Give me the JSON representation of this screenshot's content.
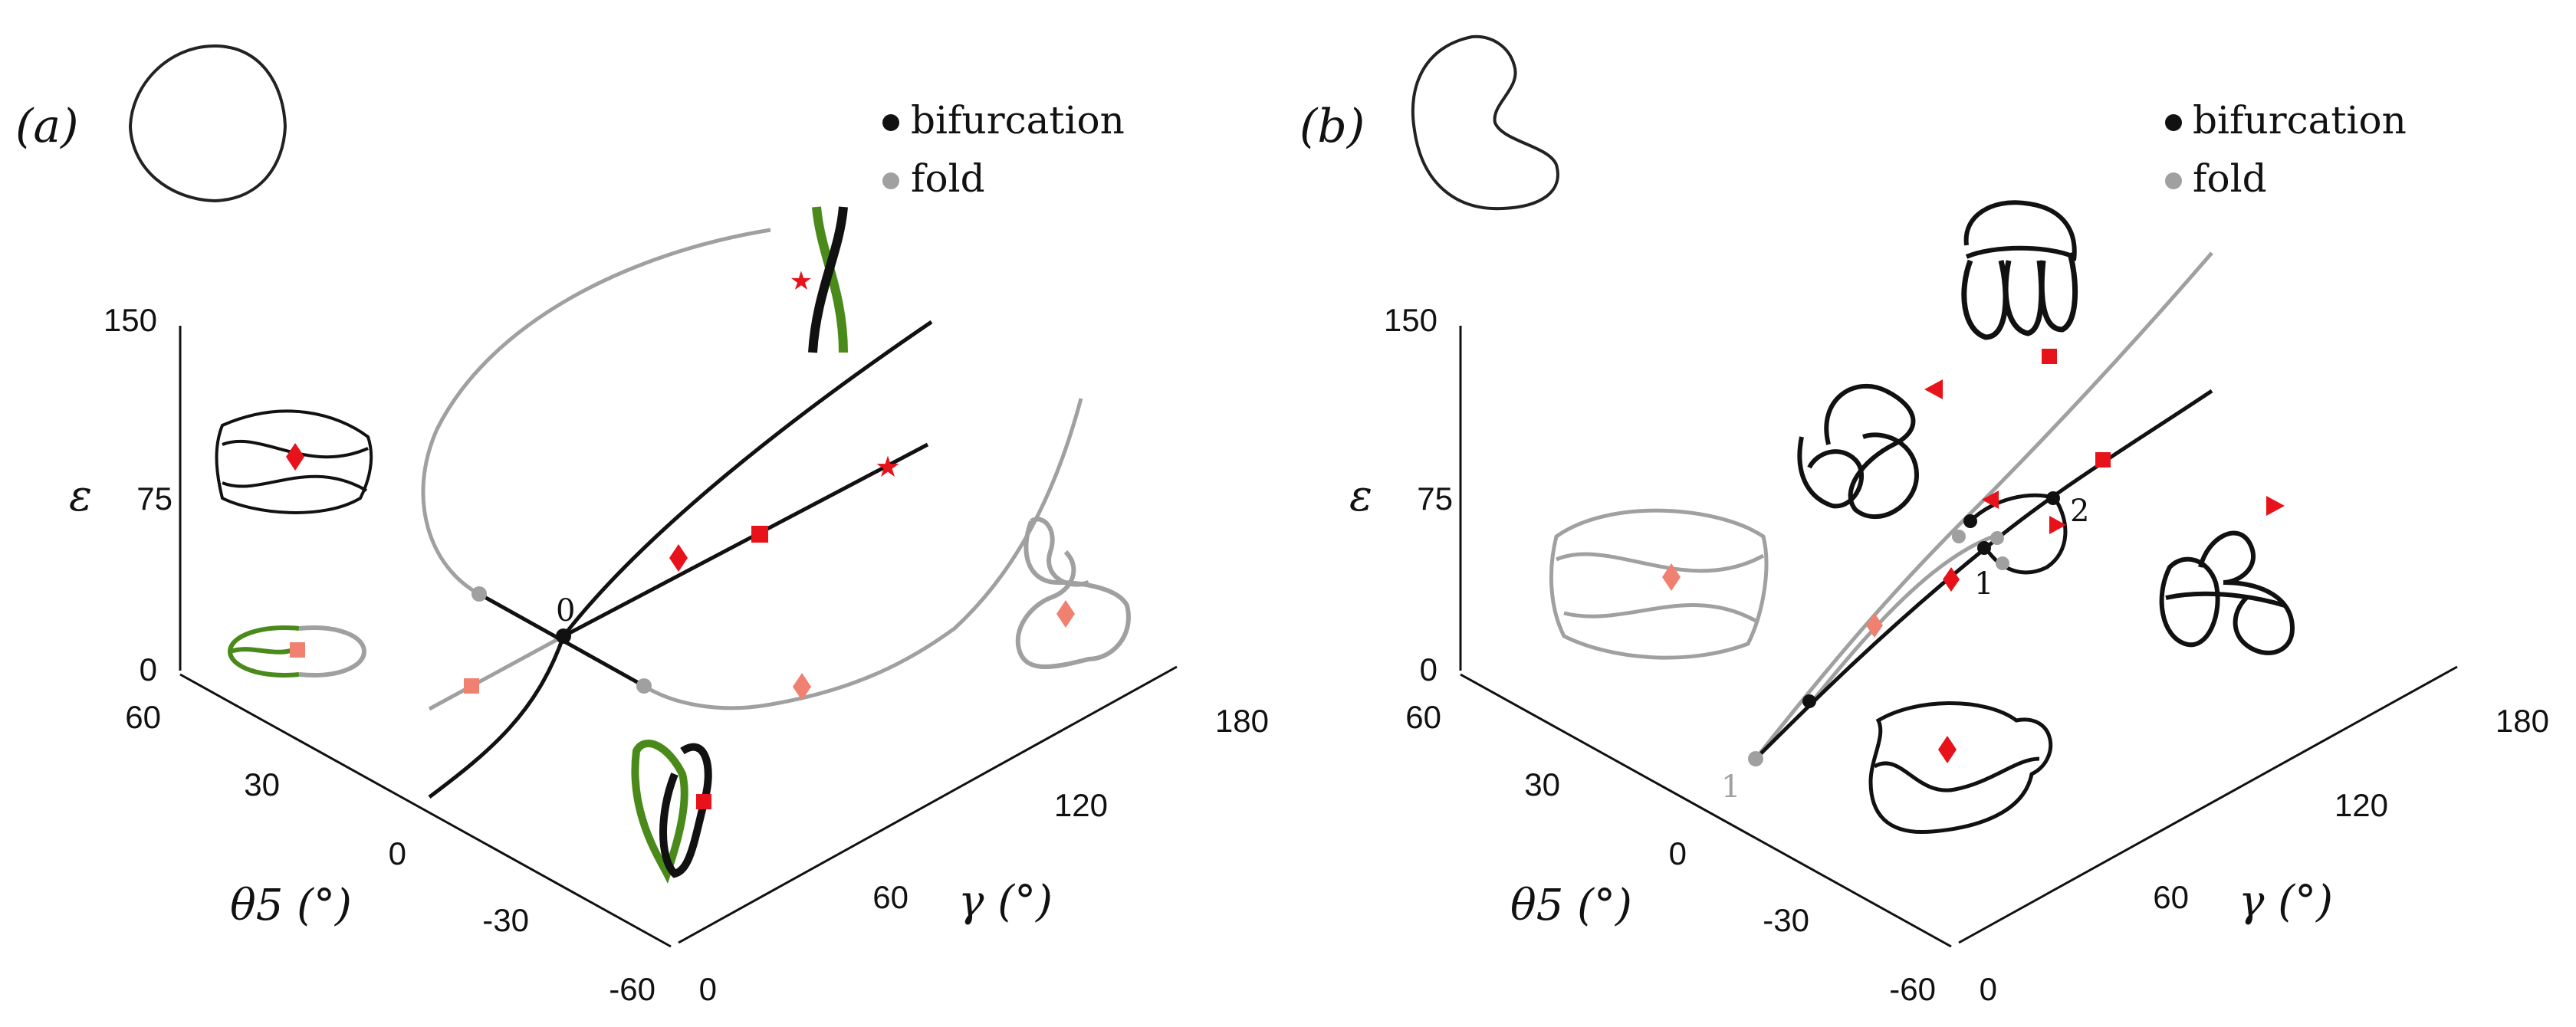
{
  "chart_data": [
    {
      "type": "scatter",
      "panel_label": "(a)",
      "legend": [
        {
          "label": "bifurcation",
          "color": "#111111"
        },
        {
          "label": "fold",
          "color": "#a0a0a0"
        }
      ],
      "legend_position": "top-right",
      "axes": {
        "x": {
          "label": "γ (°)",
          "ticks": [
            "0",
            "60",
            "120",
            "180"
          ],
          "range": [
            0,
            180
          ]
        },
        "y": {
          "label": "θ5 (°)",
          "ticks": [
            "-60",
            "-30",
            "0",
            "30",
            "60"
          ],
          "range": [
            -60,
            60
          ]
        },
        "z": {
          "label": "ε",
          "ticks": [
            "0",
            "75",
            "150"
          ],
          "range": [
            0,
            150
          ]
        }
      },
      "point_labels": [
        "0"
      ],
      "markers": [
        {
          "shape": "diamond",
          "color": "#e8121a"
        },
        {
          "shape": "square",
          "color": "#e8121a"
        },
        {
          "shape": "star",
          "color": "#e8121a"
        },
        {
          "shape": "diamond",
          "color": "#f08070"
        },
        {
          "shape": "square",
          "color": "#f08070"
        }
      ],
      "colors": {
        "bifurcation": "#111111",
        "fold": "#a0a0a0",
        "marker": "#e8121a",
        "marker_light": "#f08070",
        "shape_green": "#4a8a1a"
      }
    },
    {
      "type": "scatter",
      "panel_label": "(b)",
      "legend": [
        {
          "label": "bifurcation",
          "color": "#111111"
        },
        {
          "label": "fold",
          "color": "#a0a0a0"
        }
      ],
      "legend_position": "top-right",
      "axes": {
        "x": {
          "label": "γ (°)",
          "ticks": [
            "0",
            "60",
            "120",
            "180"
          ],
          "range": [
            0,
            180
          ]
        },
        "y": {
          "label": "θ5 (°)",
          "ticks": [
            "-60",
            "-30",
            "0",
            "30",
            "60"
          ],
          "range": [
            -60,
            60
          ]
        },
        "z": {
          "label": "ε",
          "ticks": [
            "0",
            "75",
            "150"
          ],
          "range": [
            0,
            150
          ]
        }
      },
      "point_labels": [
        "1",
        "2",
        "1"
      ],
      "markers": [
        {
          "shape": "triangle-left",
          "color": "#e8121a"
        },
        {
          "shape": "triangle-right",
          "color": "#e8121a"
        },
        {
          "shape": "square",
          "color": "#e8121a"
        },
        {
          "shape": "diamond",
          "color": "#e8121a"
        },
        {
          "shape": "diamond",
          "color": "#f08070"
        }
      ],
      "colors": {
        "bifurcation": "#111111",
        "fold": "#a0a0a0",
        "marker": "#e8121a",
        "marker_light": "#f08070"
      }
    }
  ]
}
